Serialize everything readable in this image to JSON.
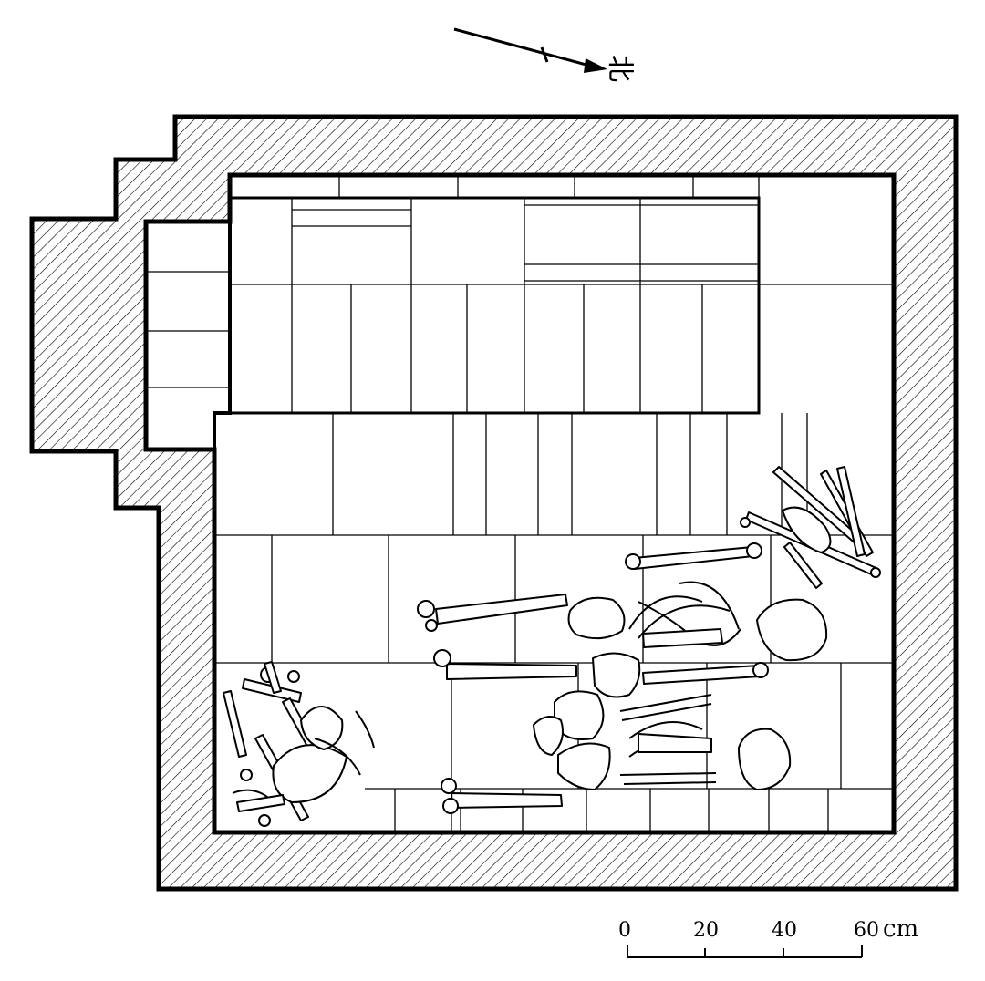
{
  "north_arrow": {
    "label": "北"
  },
  "scale_bar": {
    "ticks": [
      "0",
      "20",
      "40",
      "60"
    ],
    "unit": "cm"
  },
  "colors": {
    "ink": "#000000",
    "paper": "#ffffff"
  }
}
